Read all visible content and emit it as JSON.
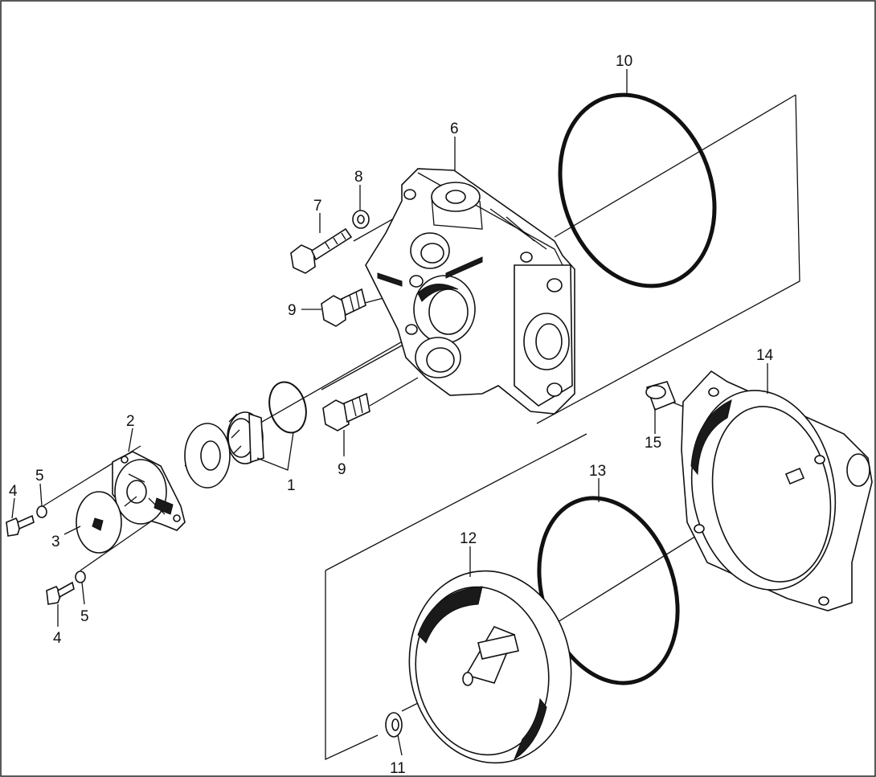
{
  "diagram": {
    "callouts": {
      "c1": "1",
      "c2": "2",
      "c3": "3",
      "c4a": "4",
      "c4b": "4",
      "c5a": "5",
      "c5b": "5",
      "c6": "6",
      "c7": "7",
      "c8": "8",
      "c9a": "9",
      "c9b": "9",
      "c10": "10",
      "c11": "11",
      "c12": "12",
      "c13": "13",
      "c14": "14",
      "c15": "15"
    }
  }
}
